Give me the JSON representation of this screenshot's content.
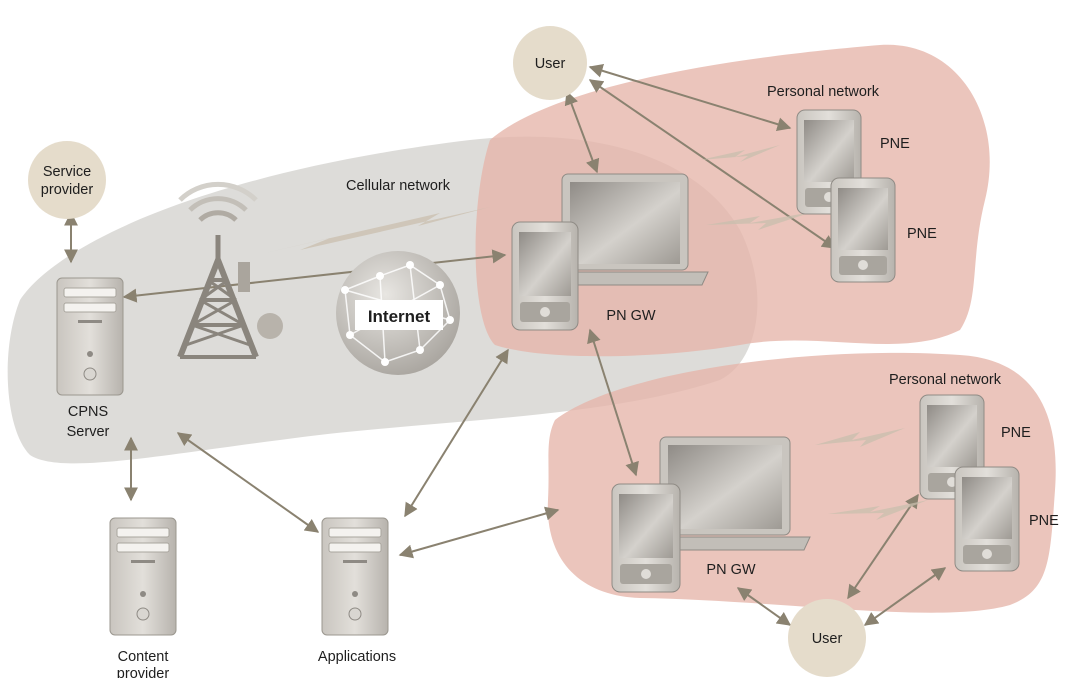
{
  "labels": {
    "user_top": "User",
    "user_bottom": "User",
    "service_provider_line1": "Service",
    "service_provider_line2": "provider",
    "cellular_network": "Cellular network",
    "internet": "Internet",
    "cpns_line1": "CPNS",
    "cpns_line2": "Server",
    "content_line1": "Content",
    "content_line2": "provider",
    "applications": "Applications",
    "personal_network_top": "Personal network",
    "personal_network_bottom": "Personal network",
    "pne_1": "PNE",
    "pne_2": "PNE",
    "pne_3": "PNE",
    "pne_4": "PNE",
    "pngw_top": "PN GW",
    "pngw_bottom": "PN GW"
  },
  "colors": {
    "cellular_region": "#d9d8d5",
    "personal_region": "#e6b5a9",
    "node_circle": "#e5dccb",
    "arrow": "#8a8270",
    "device": "#b9b5ae"
  }
}
